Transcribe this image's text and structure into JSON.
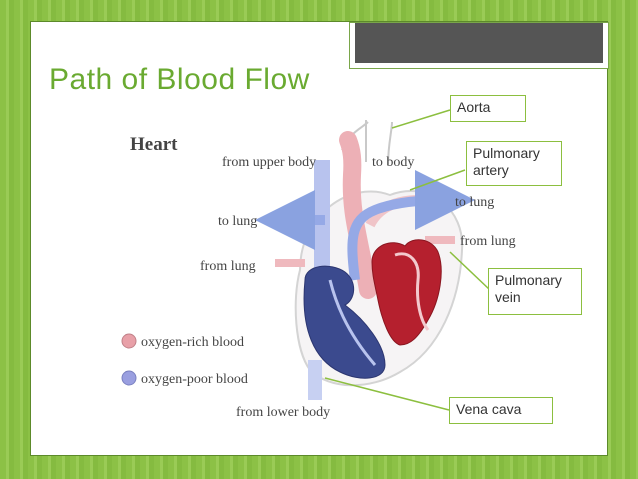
{
  "slide": {
    "title": "Path of Blood Flow"
  },
  "diagram": {
    "heading": "Heart",
    "labels": {
      "from_upper_body": "from upper body",
      "to_body": "to body",
      "to_lung_left": "to lung",
      "to_lung_right": "to lung",
      "from_lung_left": "from lung",
      "from_lung_right": "from lung",
      "from_lower_body": "from lower body"
    },
    "legend": [
      {
        "label": "oxygen-rich blood",
        "color": "#e8a0a8"
      },
      {
        "label": "oxygen-poor blood",
        "color": "#9a9fe0"
      }
    ]
  },
  "callouts": {
    "aorta": "Aorta",
    "pulmonary_artery": "Pulmonary artery",
    "pulmonary_vein": "Pulmonary vein",
    "vena_cava": "Vena cava"
  },
  "colors": {
    "oxygen_rich": "#b5202e",
    "oxygen_poor": "#3b4a8e",
    "title_green": "#6aaa31",
    "callout_border": "#8cbf3f"
  }
}
